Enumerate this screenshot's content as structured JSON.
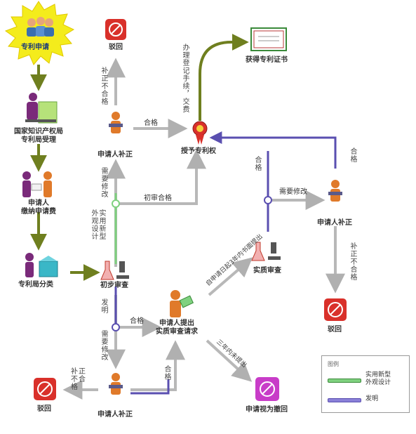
{
  "nodes": {
    "apply": "专利申请",
    "accept": "国家知识产权局\n专利局受理",
    "pay_fee": "申请人\n缴纳申请费",
    "classify": "专利局分类",
    "prelim_review": "初步审查",
    "reject_top": "驳回",
    "supplement_top": "申请人补正",
    "grant": "授予专利权",
    "certificate": "获得专利证书",
    "substantive_request": "申请人提出\n实质审查请求",
    "substantive_review": "实质审查",
    "supplement_right": "申请人补正",
    "reject_right": "驳回",
    "supplement_bottom": "申请人补正",
    "reject_bottom": "驳回",
    "withdrawn": "申请视为撤回"
  },
  "edges": {
    "e_supp_reject_top": "补正不合格",
    "e_supp_grant": "合格",
    "e_needs_fix_top": "需要修改",
    "e_utility_design": "实用新型外观设计",
    "e_prelim_pass": "初审合格",
    "e_register": "办理登记手续，交费",
    "e_sub_pass": "合格",
    "e_sub_fix": "需要修改",
    "e_right_pass": "合格",
    "e_right_fail": "补正不合格",
    "e_invention": "发明",
    "e_needs_fix_bottom": "需要修改",
    "e_pass_mid": "合格",
    "e_request_within": "自申请日起3年内书面提出",
    "e_not_within": "三年内未提出",
    "e_bottom_fail": "补正不合格",
    "e_bottom_pass": "合格"
  },
  "legend": {
    "title": "图例",
    "utility": "实用新型\n外观设计",
    "invention": "发明"
  },
  "colors": {
    "olive_arrow": "#6f7f1f",
    "utility_green": "#7fd17f",
    "invention_purple": "#5a4fb0",
    "gray_arrow": "#b8b8b8",
    "reject_red": "#d9302a",
    "withdraw_magenta": "#c83cc8",
    "person_orange": "#e07a2a",
    "start_yellow": "#f4ec1c"
  }
}
